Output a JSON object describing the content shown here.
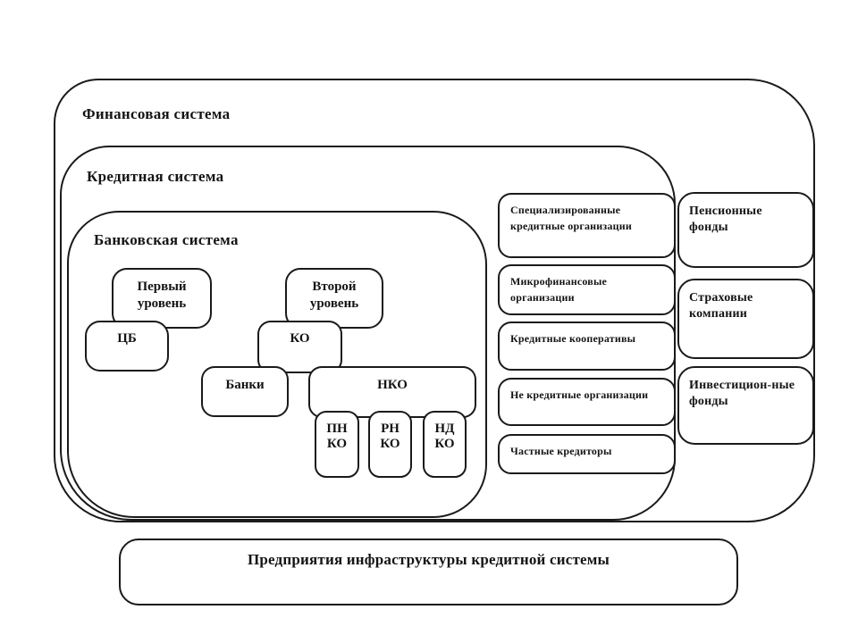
{
  "containers": {
    "financial": {
      "label": "Финансовая система"
    },
    "credit": {
      "label": "Кредитная система"
    },
    "banking": {
      "label": "Банковская система"
    }
  },
  "banking_nodes": {
    "first_level": {
      "label": "Первый уровень"
    },
    "central_bank": {
      "label": "ЦБ"
    },
    "second_level": {
      "label": "Второй уровень"
    },
    "credit_org": {
      "label": "КО"
    },
    "banks": {
      "label": "Банки"
    },
    "nko": {
      "label": "НКО"
    },
    "pn_ko": {
      "label": "ПН КО"
    },
    "rn_ko": {
      "label": "РН КО"
    },
    "nd_ko": {
      "label": "НД КО"
    }
  },
  "credit_column": {
    "items": [
      {
        "label": "Специализированные кредитные организации"
      },
      {
        "label": "Микрофинансовые организации"
      },
      {
        "label": "Кредитные кооперативы"
      },
      {
        "label": "Не кредитные организации"
      },
      {
        "label": "Частные кредиторы"
      }
    ]
  },
  "financial_column": {
    "items": [
      {
        "label": "Пенсионные фонды"
      },
      {
        "label": "Страховые компании"
      },
      {
        "label": "Инвестицион-ные фонды"
      }
    ]
  },
  "infrastructure": {
    "label": "Предприятия инфраструктуры кредитной системы"
  },
  "colors": {
    "line": "#1a1a1a",
    "background": "#ffffff"
  }
}
